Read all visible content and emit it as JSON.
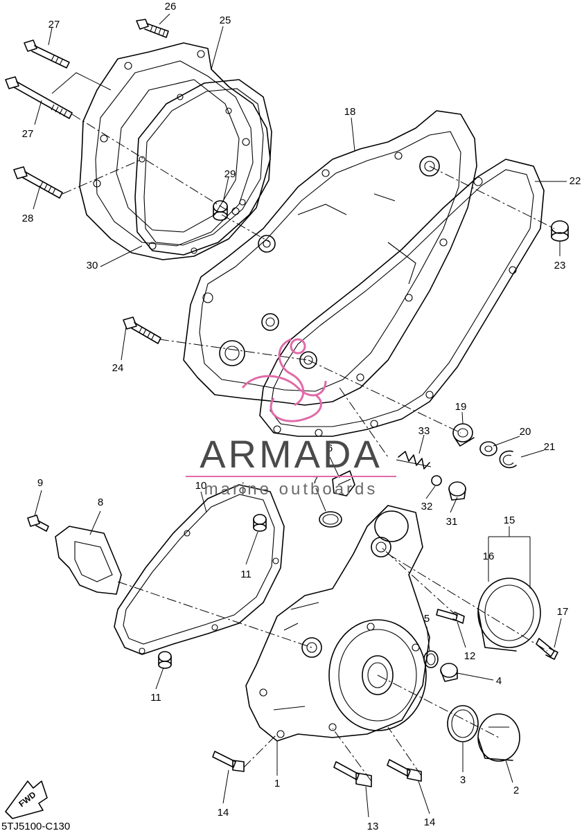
{
  "diagram": {
    "code": "5TJ5100-C130",
    "fwd_label": "FWD",
    "callouts": [
      {
        "id": "c1",
        "label": "1"
      },
      {
        "id": "c2",
        "label": "2"
      },
      {
        "id": "c3",
        "label": "3"
      },
      {
        "id": "c4",
        "label": "4"
      },
      {
        "id": "c5",
        "label": "5"
      },
      {
        "id": "c6",
        "label": "6"
      },
      {
        "id": "c7",
        "label": "7"
      },
      {
        "id": "c8",
        "label": "8"
      },
      {
        "id": "c9",
        "label": "9"
      },
      {
        "id": "c10",
        "label": "10"
      },
      {
        "id": "c11a",
        "label": "11"
      },
      {
        "id": "c11b",
        "label": "11"
      },
      {
        "id": "c12",
        "label": "12"
      },
      {
        "id": "c13",
        "label": "13"
      },
      {
        "id": "c14a",
        "label": "14"
      },
      {
        "id": "c14b",
        "label": "14"
      },
      {
        "id": "c15",
        "label": "15"
      },
      {
        "id": "c16",
        "label": "16"
      },
      {
        "id": "c17",
        "label": "17"
      },
      {
        "id": "c18",
        "label": "18"
      },
      {
        "id": "c19",
        "label": "19"
      },
      {
        "id": "c20",
        "label": "20"
      },
      {
        "id": "c21",
        "label": "21"
      },
      {
        "id": "c22",
        "label": "22"
      },
      {
        "id": "c23",
        "label": "23"
      },
      {
        "id": "c24",
        "label": "24"
      },
      {
        "id": "c25",
        "label": "25"
      },
      {
        "id": "c26",
        "label": "26"
      },
      {
        "id": "c27a",
        "label": "27"
      },
      {
        "id": "c27b",
        "label": "27"
      },
      {
        "id": "c28",
        "label": "28"
      },
      {
        "id": "c29",
        "label": "29"
      },
      {
        "id": "c30",
        "label": "30"
      },
      {
        "id": "c31",
        "label": "31"
      },
      {
        "id": "c32",
        "label": "32"
      },
      {
        "id": "c33",
        "label": "33"
      }
    ]
  },
  "watermark": {
    "brand": "ARMADA",
    "tagline": "marine outboards",
    "accent_color": "#e06aa8",
    "text_color": "#4a4a4a"
  }
}
